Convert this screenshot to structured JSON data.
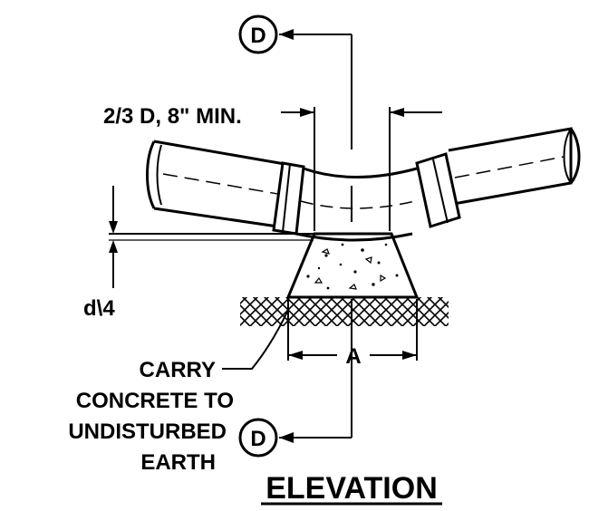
{
  "section_marker": "D",
  "dimension_top": "2/3 D, 8\" MIN.",
  "dimension_side": "d\\4",
  "dimension_bottom": "A",
  "note_lines": [
    "CARRY",
    "CONCRETE TO",
    "UNDISTURBED",
    "EARTH"
  ],
  "title": "ELEVATION"
}
